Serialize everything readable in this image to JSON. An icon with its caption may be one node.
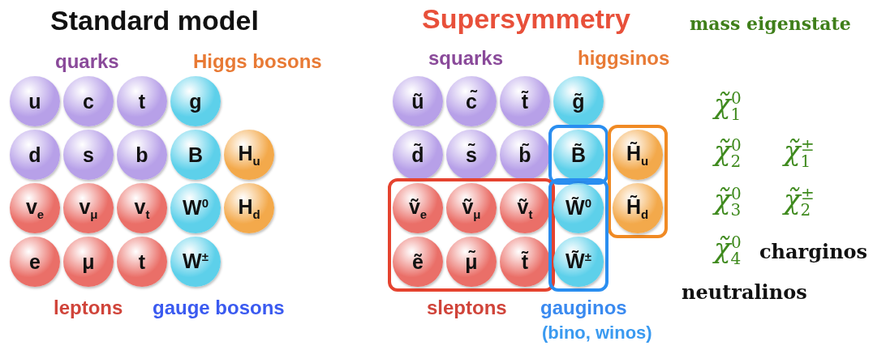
{
  "diagram": {
    "nodes": [
      {
        "text": [
          "u"
        ]
      },
      {
        "text": [
          "c"
        ]
      },
      {
        "text": [
          "t"
        ]
      },
      {
        "text": [
          "g"
        ]
      },
      {
        "text": [
          "d"
        ]
      },
      {
        "text": [
          "s"
        ]
      },
      {
        "text": [
          "b"
        ]
      },
      {
        "text": [
          "B"
        ]
      },
      {
        "text": [
          "H$_{u}$"
        ]
      },
      {
        "text": [
          "v$_{e}$"
        ]
      },
      {
        "text": [
          "v$_{μ}$"
        ]
      },
      {
        "text": [
          "v$_{t}$"
        ]
      },
      {
        "text": [
          "W$^{0}$"
        ]
      },
      {
        "text": [
          "H$_{d}$"
        ]
      },
      {
        "text": [
          "e"
        ]
      },
      {
        "text": [
          "μ"
        ]
      },
      {
        "text": [
          "t"
        ]
      },
      {
        "text": [
          "W$^{±}$"
        ]
      },
      {
        "text": [
          "ũ"
        ]
      },
      {
        "text": [
          "c̃"
        ]
      },
      {
        "text": [
          "t̃"
        ]
      },
      {
        "text": [
          "g̃"
        ]
      },
      {
        "text": [
          "d̃"
        ]
      },
      {
        "text": [
          "s̃"
        ]
      },
      {
        "text": [
          "b̃"
        ]
      },
      {
        "text": [],
        "shape": "box"
      },
      {
        "text": [
          "B̃"
        ],
        "in": 25
      },
      {
        "text": [],
        "shape": "box"
      },
      {
        "text": [
          "H̃$_{u}$"
        ],
        "in": 27
      },
      {
        "text": [],
        "shape": "box"
      },
      {
        "text": [
          "ṽ$_{e}$"
        ],
        "in": 29
      },
      {
        "text": [
          "ṽ$_{μ}$"
        ],
        "in": 29
      },
      {
        "text": [
          "ṽ$_{t}$"
        ],
        "in": 29
      },
      {
        "text": [],
        "shape": "box"
      },
      {
        "text": [
          "W̃$^{0}$"
        ],
        "in": 33
      },
      {
        "text": [
          "H̃$_{d}$"
        ],
        "in": 27
      },
      {
        "text": [
          "ẽ"
        ],
        "in": 29
      },
      {
        "text": [
          "μ̃"
        ],
        "in": 29
      },
      {
        "text": [
          "t̃"
        ],
        "in": 29
      },
      {
        "text": [
          "W̃$^{±}$"
        ],
        "in": 33
      }
    ],
    "edges": [],
    "labels": [
      "Standard model",
      "Supersymmetry",
      "mass eigenstate",
      "quarks",
      "Higgs bosons",
      "squarks",
      "higgsinos",
      "χ̃$_{1}$$^{0}$",
      "χ̃$_{2}$$^{0}$",
      "χ̃$_{1}$$^{±}$",
      "χ̃$_{3}$$^{0}$",
      "χ̃$_{2}$$^{±}$",
      "χ̃$_{4}$$^{0}$",
      "charginos",
      "leptons",
      "gauge bosons",
      "sleptons",
      "gauginos",
      "(bino, winos)",
      "neutralinos"
    ]
  }
}
